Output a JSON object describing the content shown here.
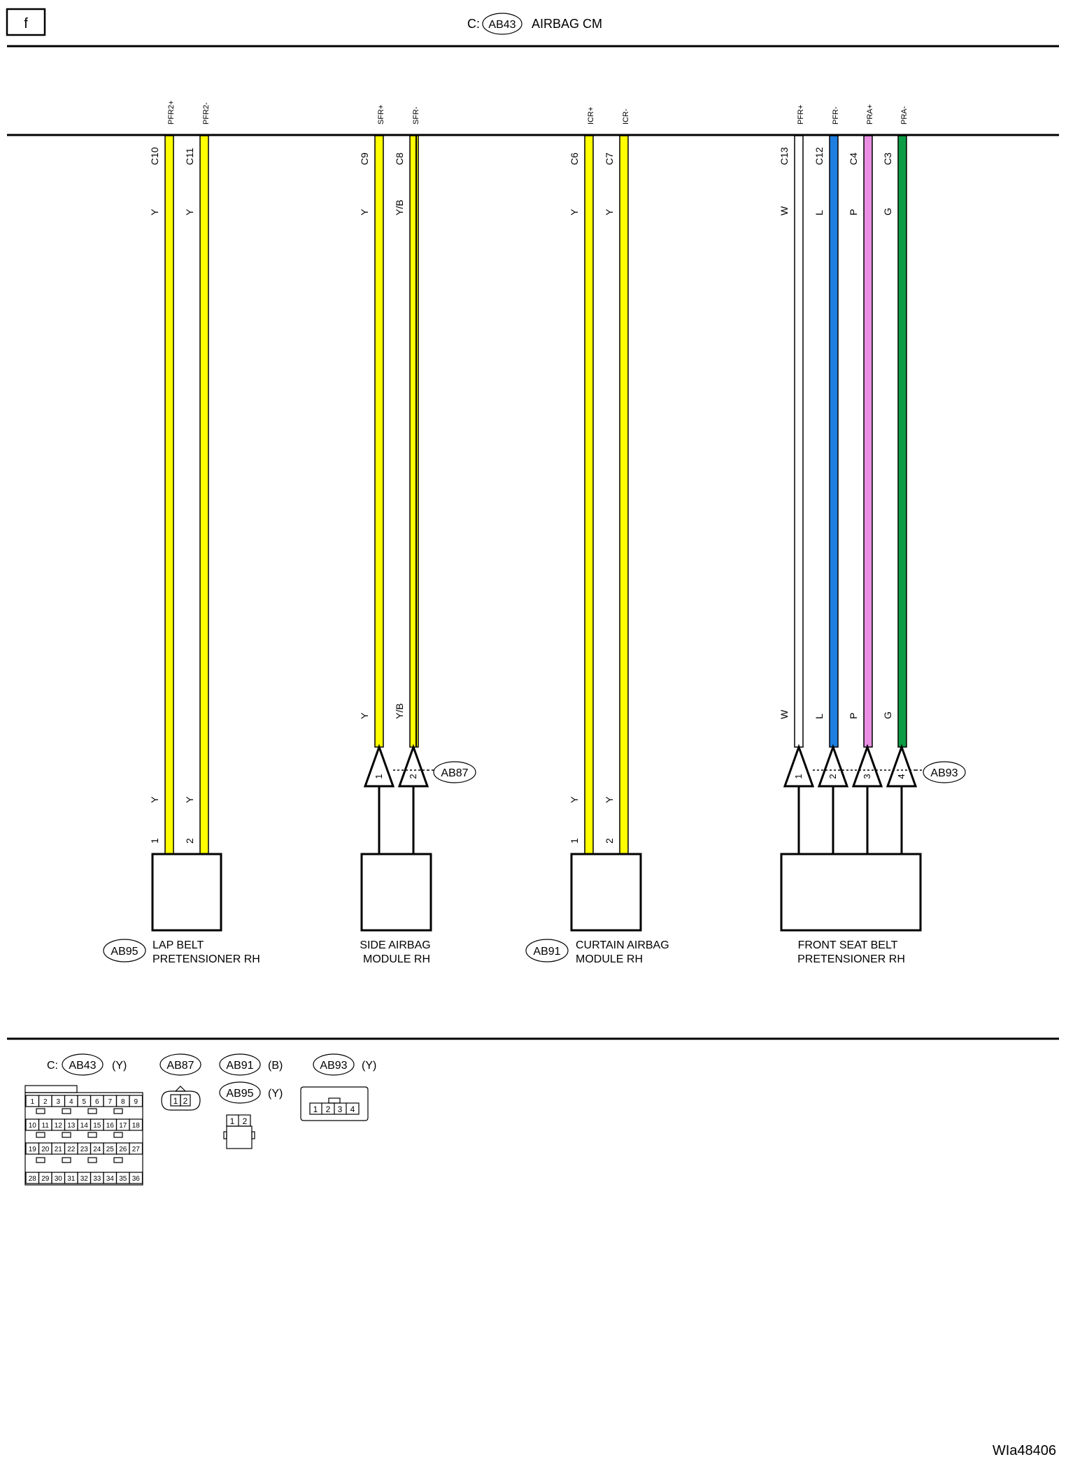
{
  "page": {
    "tag": "f",
    "header_prefix": "C:",
    "header_connector": "AB43",
    "header_title": "AIRBAG CM",
    "footer_id": "WIa48406"
  },
  "wires": [
    {
      "signal": "PFR2+",
      "pin": "C10",
      "color_code": "Y",
      "color": "#ffff00",
      "stripe": "",
      "end_pin": "1"
    },
    {
      "signal": "PFR2-",
      "pin": "C11",
      "color_code": "Y",
      "color": "#ffff00",
      "stripe": "",
      "end_pin": "2"
    },
    {
      "signal": "SFR+",
      "pin": "C9",
      "color_code": "Y",
      "color": "#ffff00",
      "stripe": "",
      "end_pin": "1"
    },
    {
      "signal": "SFR-",
      "pin": "C8",
      "color_code": "Y/B",
      "color": "#ffff00",
      "stripe": "#000000",
      "end_pin": "2"
    },
    {
      "signal": "ICR+",
      "pin": "C6",
      "color_code": "Y",
      "color": "#ffff00",
      "stripe": "",
      "end_pin": "1"
    },
    {
      "signal": "ICR-",
      "pin": "C7",
      "color_code": "Y",
      "color": "#ffff00",
      "stripe": "",
      "end_pin": "2"
    },
    {
      "signal": "PFR+",
      "pin": "C13",
      "color_code": "W",
      "color": "#ffffff",
      "stripe": "",
      "end_pin": "1"
    },
    {
      "signal": "PFR-",
      "pin": "C12",
      "color_code": "L",
      "color": "#1e7fe0",
      "stripe": "",
      "end_pin": "2"
    },
    {
      "signal": "PRA+",
      "pin": "C4",
      "color_code": "P",
      "color": "#e98ee3",
      "stripe": "",
      "end_pin": "3"
    },
    {
      "signal": "PRA-",
      "pin": "C3",
      "color_code": "G",
      "color": "#0c9c45",
      "stripe": "",
      "end_pin": "4"
    }
  ],
  "components": [
    {
      "connector": "AB95",
      "line1": "LAP BELT",
      "line2": "PRETENSIONER RH"
    },
    {
      "connector": "AB87",
      "line1": "SIDE AIRBAG",
      "line2": "MODULE RH"
    },
    {
      "connector": "AB91",
      "line1": "CURTAIN AIRBAG",
      "line2": "MODULE RH"
    },
    {
      "connector": "AB93",
      "line1": "FRONT SEAT BELT",
      "line2": "PRETENSIONER RH"
    }
  ],
  "legend": {
    "ab43": {
      "prefix": "C:",
      "id": "AB43",
      "color": "(Y)",
      "row1": [
        "1",
        "2",
        "3",
        "4",
        "5",
        "6",
        "7",
        "8",
        "9"
      ],
      "row2": [
        "10",
        "11",
        "12",
        "13",
        "14",
        "15",
        "16",
        "17",
        "18"
      ],
      "row3": [
        "19",
        "20",
        "21",
        "22",
        "23",
        "24",
        "25",
        "26",
        "27"
      ],
      "row4": [
        "28",
        "29",
        "30",
        "31",
        "32",
        "33",
        "34",
        "35",
        "36"
      ]
    },
    "ab87": {
      "id": "AB87",
      "pins": [
        "1",
        "2"
      ]
    },
    "ab91": {
      "id": "AB91",
      "color": "(B)"
    },
    "ab95": {
      "id": "AB95",
      "color": "(Y)",
      "pins": [
        "1",
        "2"
      ]
    },
    "ab93": {
      "id": "AB93",
      "color": "(Y)",
      "pins": [
        "1",
        "2",
        "3",
        "4"
      ]
    }
  }
}
